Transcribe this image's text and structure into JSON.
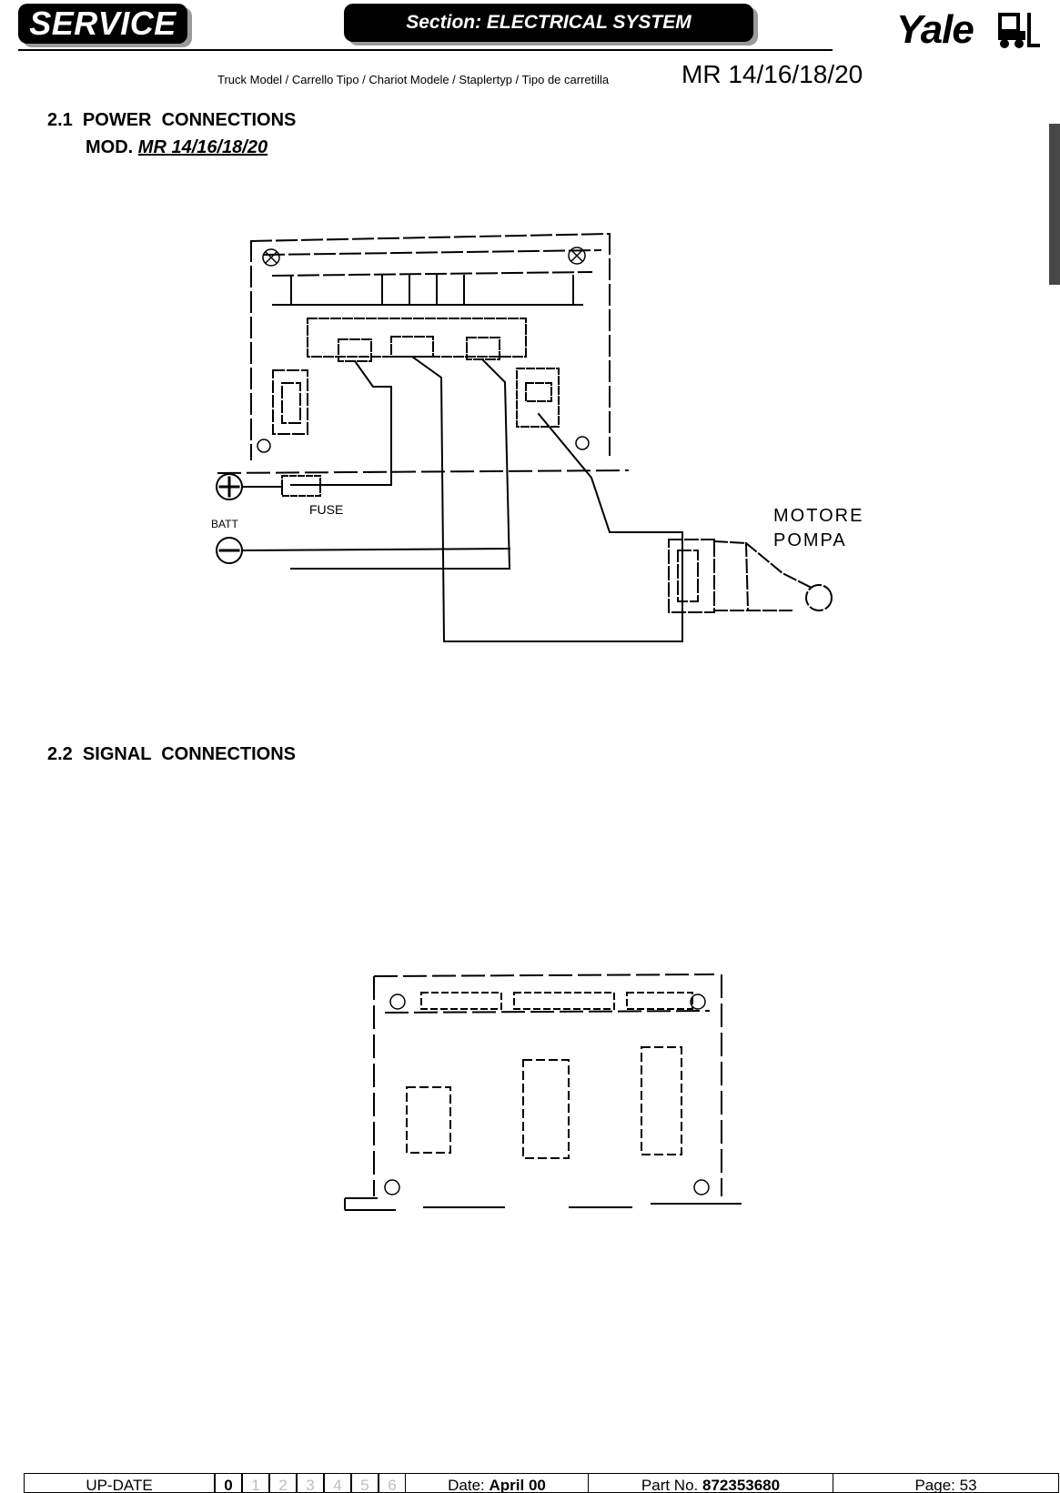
{
  "header": {
    "service_label": "SERVICE",
    "section_label": "Section: ELECTRICAL SYSTEM",
    "logo_text": "Yale",
    "model_caption": "Truck Model / Carrello Tipo / Chariot Modele / Staplertyp / Tipo de carretilla",
    "model_value": "MR 14/16/18/20"
  },
  "sections": {
    "power": {
      "number_title": "2.1  POWER  CONNECTIONS",
      "mod_label": "MOD.",
      "mod_value": "MR 14/16/18/20",
      "diagram_labels": {
        "fuse": "FUSE",
        "batt": "BATT",
        "motor_line1": "MOTORE",
        "motor_line2": "POMPA"
      }
    },
    "signal": {
      "number_title": "2.2  SIGNAL  CONNECTIONS"
    }
  },
  "footer": {
    "update_label": "UP-DATE",
    "revisions": [
      "0",
      "1",
      "2",
      "3",
      "4",
      "5",
      "6"
    ],
    "date_label": "Date:",
    "date_value": "April 00",
    "part_label": "Part No.",
    "part_value": "872353680",
    "page_label": "Page: 53"
  }
}
